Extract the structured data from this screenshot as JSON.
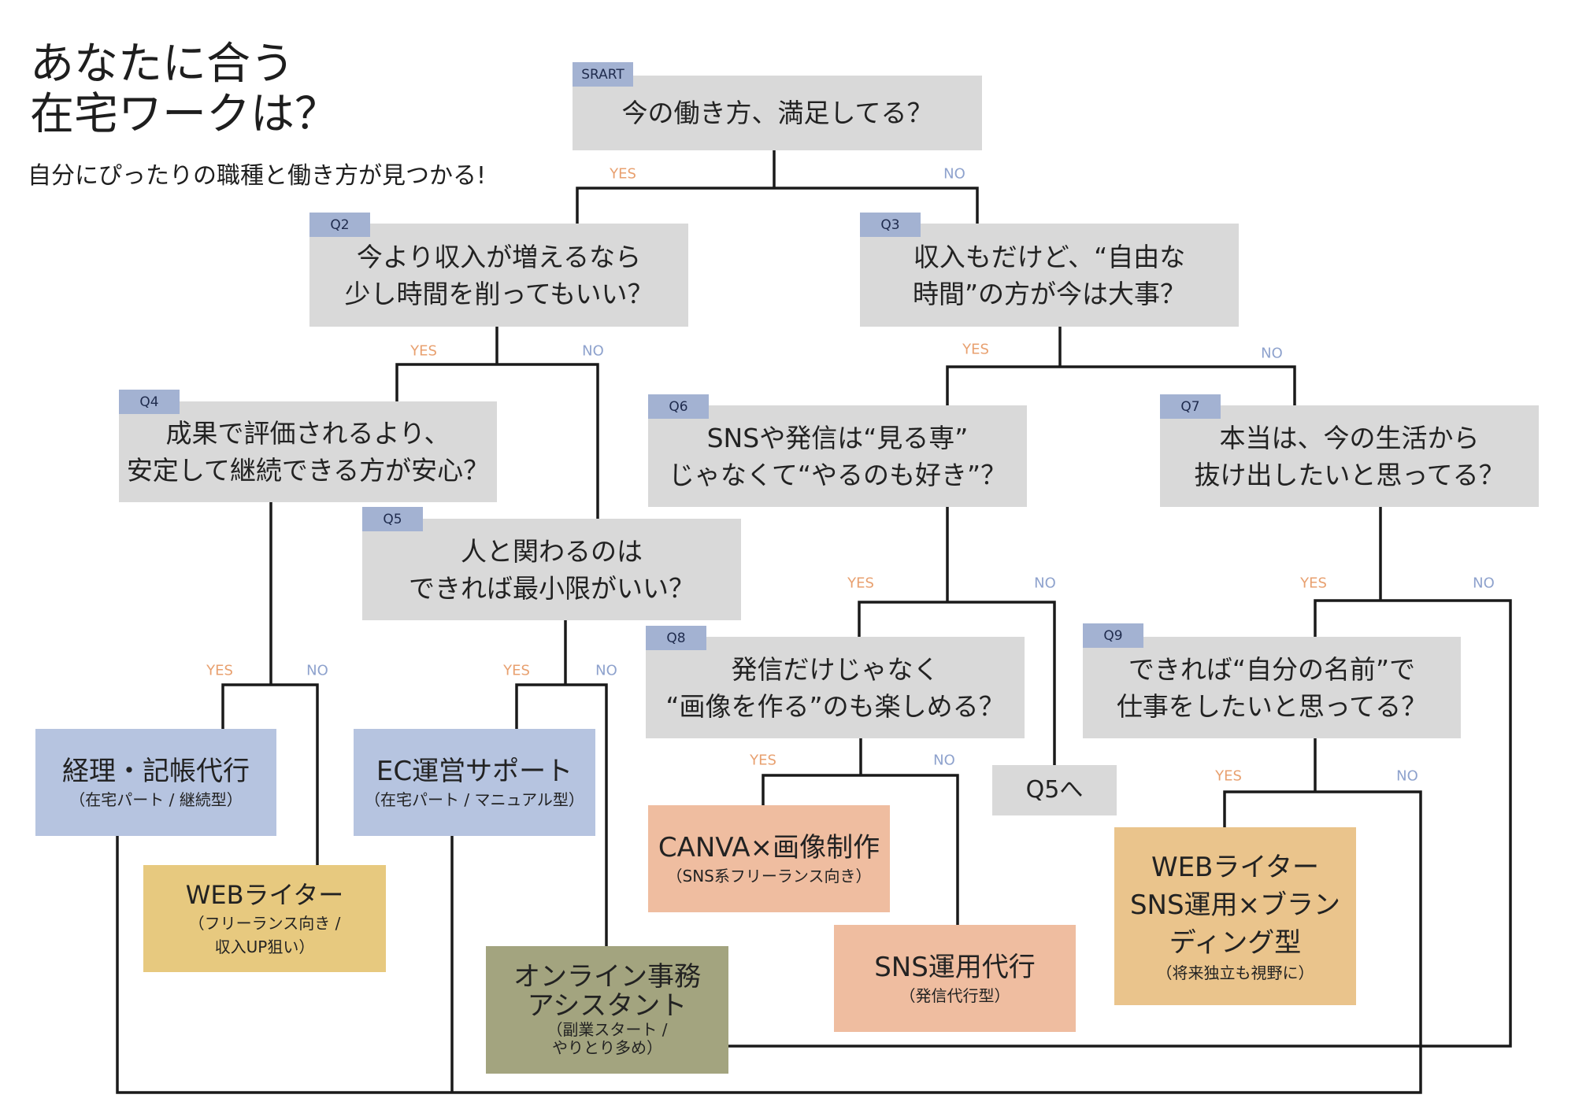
{
  "title": {
    "line1": "あなたに合う",
    "line2": "在宅ワークは？"
  },
  "subtitle": "自分にぴったりの職種と働き方が見つかる!",
  "labels": {
    "yes": "YES",
    "no": "NO"
  },
  "questions": {
    "start": {
      "tag": "SRART",
      "lines": [
        "今の働き方、満足してる？"
      ]
    },
    "q2": {
      "tag": "Q2",
      "lines": [
        "今より収入が増えるなら",
        "少し時間を削ってもいい？"
      ]
    },
    "q3": {
      "tag": "Q3",
      "lines": [
        "収入もだけど、“自由な",
        "時間”の方が今は大事？"
      ]
    },
    "q4": {
      "tag": "Q4",
      "lines": [
        "成果で評価されるより、",
        "安定して継続できる方が安心？"
      ]
    },
    "q5": {
      "tag": "Q5",
      "lines": [
        "人と関わるのは",
        "できれば最小限がいい？"
      ]
    },
    "q6": {
      "tag": "Q6",
      "lines": [
        "SNSや発信は“見る専”",
        "じゃなくて“やるのも好き”？"
      ]
    },
    "q7": {
      "tag": "Q7",
      "lines": [
        "本当は、今の生活から",
        "抜け出したいと思ってる？"
      ]
    },
    "q8": {
      "tag": "Q8",
      "lines": [
        "発信だけじゃなく",
        "“画像を作る”のも楽しめる？"
      ]
    },
    "q9": {
      "tag": "Q9",
      "lines": [
        "できれば“自分の名前”で",
        "仕事をしたいと思ってる？"
      ]
    }
  },
  "goto": {
    "label": "Q5へ"
  },
  "results": {
    "keiri": {
      "title": [
        "経理・記帳代行"
      ],
      "sub": [
        "（在宅パート / 継続型）"
      ]
    },
    "ec": {
      "title": [
        "EC運営サポート"
      ],
      "sub": [
        "（在宅パート / マニュアル型）"
      ]
    },
    "web": {
      "title": [
        "WEBライター"
      ],
      "sub": [
        "（フリーランス向き /",
        "収入UP狙い）"
      ]
    },
    "online": {
      "title": [
        "オンライン事務",
        "アシスタント"
      ],
      "sub": [
        "（副業スタート /",
        "やりとり多め）"
      ]
    },
    "canva": {
      "title": [
        "CANVA×画像制作"
      ],
      "sub": [
        "（SNS系フリーランス向き）"
      ]
    },
    "sns": {
      "title": [
        "SNS運用代行"
      ],
      "sub": [
        "（発信代行型）"
      ]
    },
    "websns": {
      "title": [
        "WEBライター",
        "SNS運用×ブラン",
        "ディング型"
      ],
      "sub": [
        "（将来独立も視野に）"
      ]
    }
  },
  "colors": {
    "question_box": "#d9d9d9",
    "tag": "#a3b2d2",
    "yes": "#e8a06f",
    "no": "#8ea2cd",
    "line": "#1a1a1a",
    "result_blue": "#b6c4e0",
    "result_yellow": "#e7c97f",
    "result_olive": "#a3a47f",
    "result_salmon": "#efbda0",
    "result_gold": "#eac48c"
  }
}
